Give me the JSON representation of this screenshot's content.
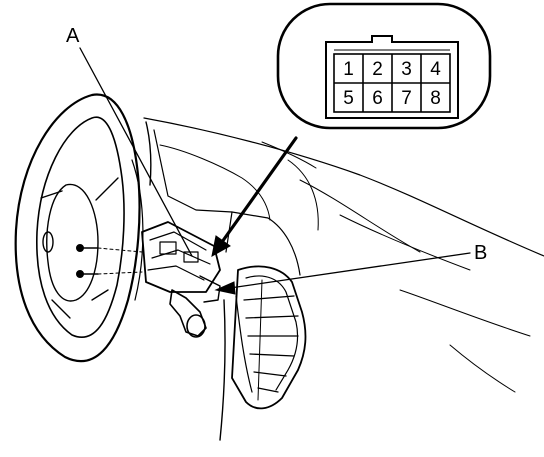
{
  "callouts": {
    "a": "A",
    "b": "B"
  },
  "connector": {
    "pins": [
      "1",
      "2",
      "3",
      "4",
      "5",
      "6",
      "7",
      "8"
    ]
  },
  "colors": {
    "line": "#000000",
    "background": "#ffffff"
  }
}
